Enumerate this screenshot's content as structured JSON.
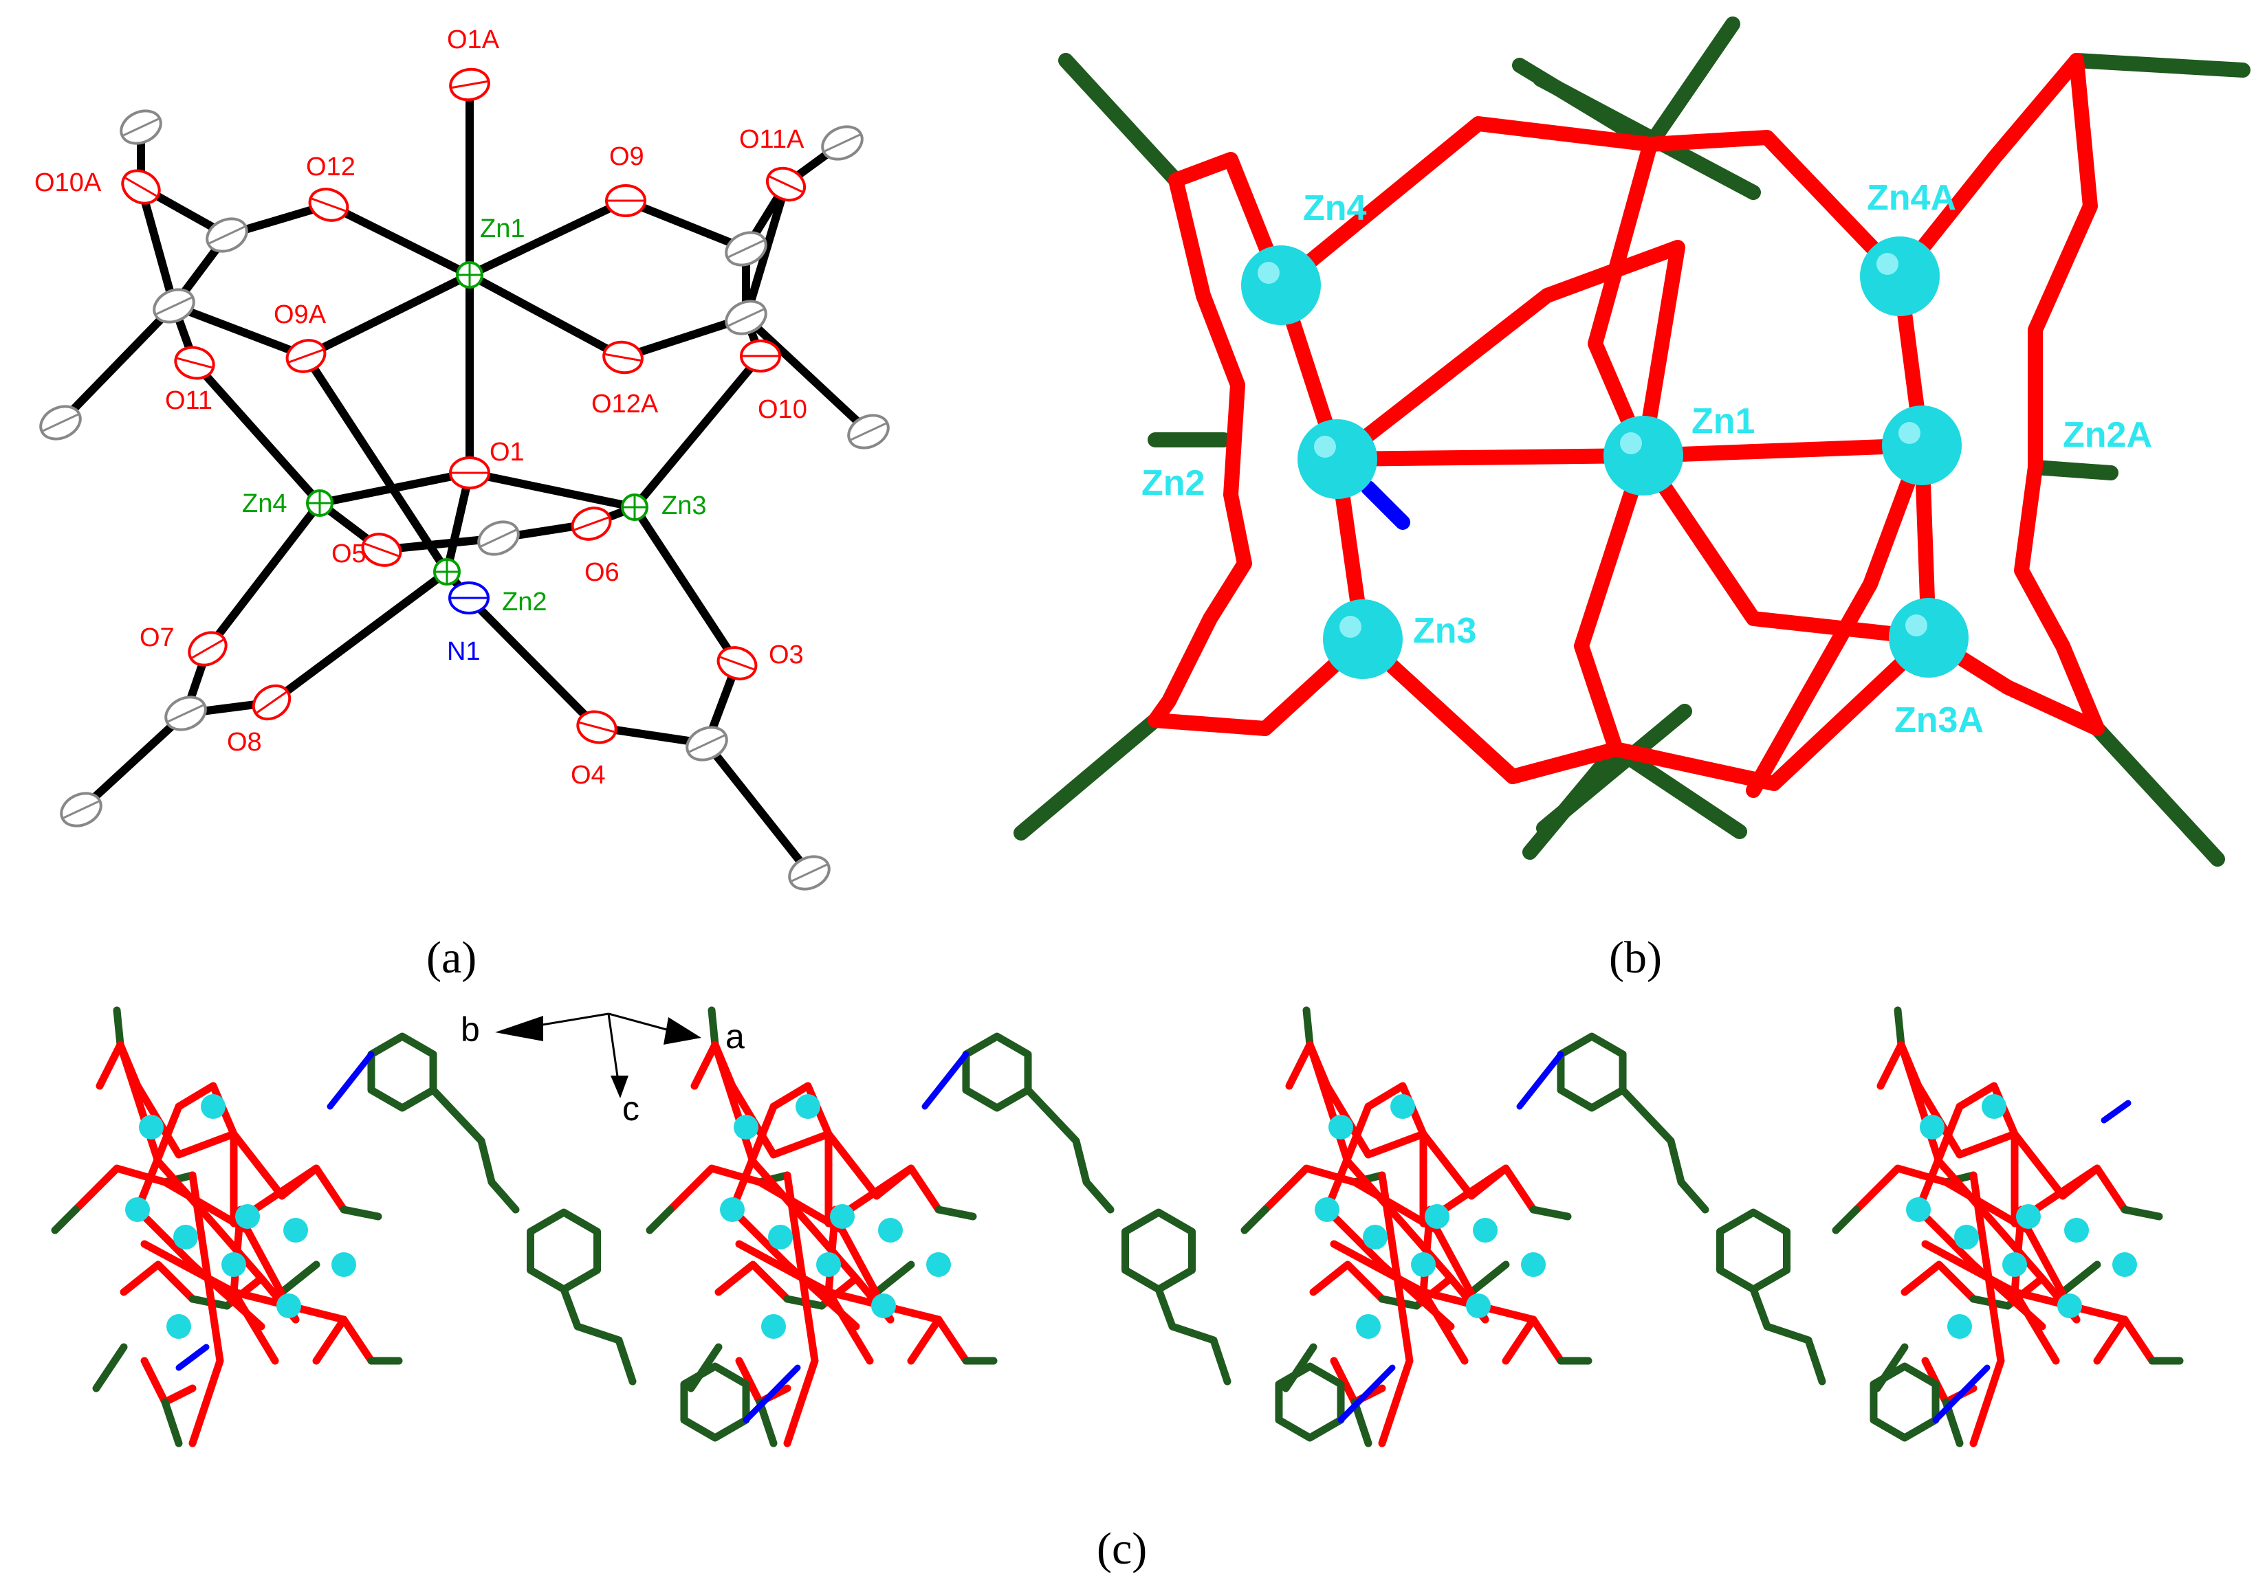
{
  "colors": {
    "oxygen": "#ff0000",
    "zinc_label": "#00a000",
    "nitrogen": "#0000ff",
    "carbon_ellipse": "#888888",
    "zinc_ball": "#1fd8e0",
    "zinc_ball_text": "#2ee6ee",
    "carbon_stick": "#1f5a1f",
    "bond_black": "#000000"
  },
  "panel_a": {
    "caption": "(a)",
    "atoms": [
      {
        "label": "O1A",
        "el": "O"
      },
      {
        "label": "O12",
        "el": "O"
      },
      {
        "label": "O9",
        "el": "O"
      },
      {
        "label": "O10A",
        "el": "O"
      },
      {
        "label": "O11A",
        "el": "O"
      },
      {
        "label": "Zn1",
        "el": "Zn"
      },
      {
        "label": "O9A",
        "el": "O"
      },
      {
        "label": "O11",
        "el": "O"
      },
      {
        "label": "O12A",
        "el": "O"
      },
      {
        "label": "O10",
        "el": "O"
      },
      {
        "label": "O1",
        "el": "O"
      },
      {
        "label": "Zn4",
        "el": "Zn"
      },
      {
        "label": "Zn3",
        "el": "Zn"
      },
      {
        "label": "O5",
        "el": "O"
      },
      {
        "label": "O6",
        "el": "O"
      },
      {
        "label": "Zn2",
        "el": "Zn"
      },
      {
        "label": "N1",
        "el": "N"
      },
      {
        "label": "O7",
        "el": "O"
      },
      {
        "label": "O3",
        "el": "O"
      },
      {
        "label": "O8",
        "el": "O"
      },
      {
        "label": "O4",
        "el": "O"
      }
    ]
  },
  "panel_b": {
    "caption": "(b)",
    "zn_labels": [
      "Zn4",
      "Zn4A",
      "Zn1",
      "Zn2",
      "Zn2A",
      "Zn3",
      "Zn3A"
    ]
  },
  "panel_c": {
    "caption": "(c)",
    "axes": {
      "a": "a",
      "b": "b",
      "c": "c"
    }
  }
}
